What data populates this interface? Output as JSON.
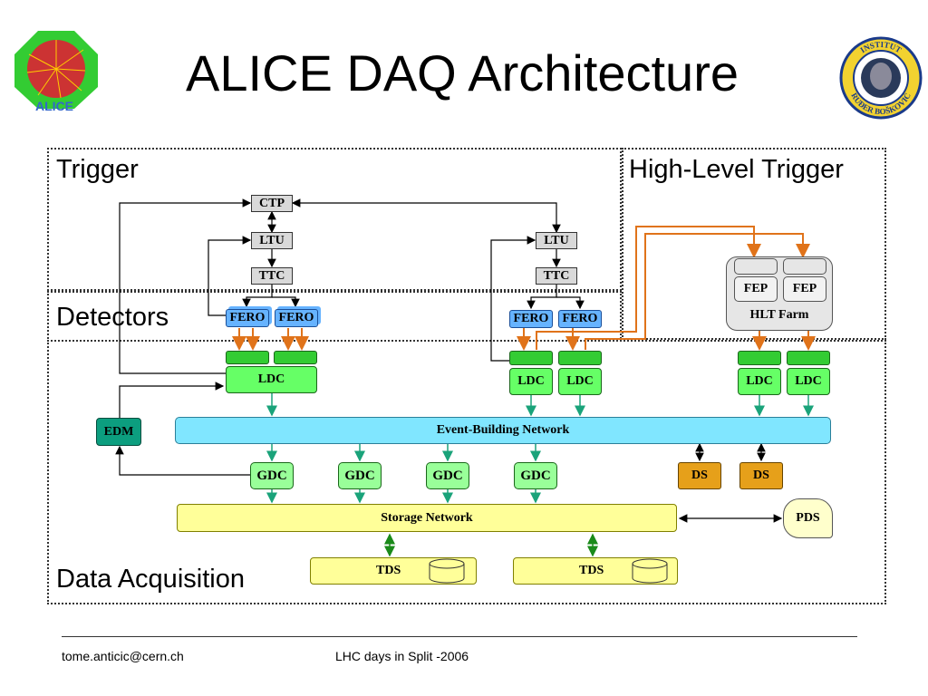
{
  "title": "ALICE DAQ Architecture",
  "logos": {
    "left_text": "ALICE",
    "right_text": "INSTITUT RUĐER BOŠKOVIĆ"
  },
  "regions": {
    "trigger": "Trigger",
    "hlt": "High-Level Trigger",
    "detectors": "Detectors",
    "daq": "Data Acquisition"
  },
  "nodes": {
    "ctp": "CTP",
    "ltu": "LTU",
    "ttc": "TTC",
    "fero": "FERO",
    "ldc": "LDC",
    "fep": "FEP",
    "hlt_farm": "HLT Farm",
    "edm": "EDM",
    "ebn": "Event-Building Network",
    "gdc": "GDC",
    "ds": "DS",
    "storage": "Storage Network",
    "pds": "PDS",
    "tds": "TDS"
  },
  "colors": {
    "arrow_green": "#1aa37a",
    "arrow_orange": "#e0731a",
    "arrow_black": "#000000",
    "arrow_darkgreen": "#1a8a1a"
  },
  "footer": {
    "email": "tome.anticic@cern.ch",
    "event": "LHC days in Split -2006"
  }
}
